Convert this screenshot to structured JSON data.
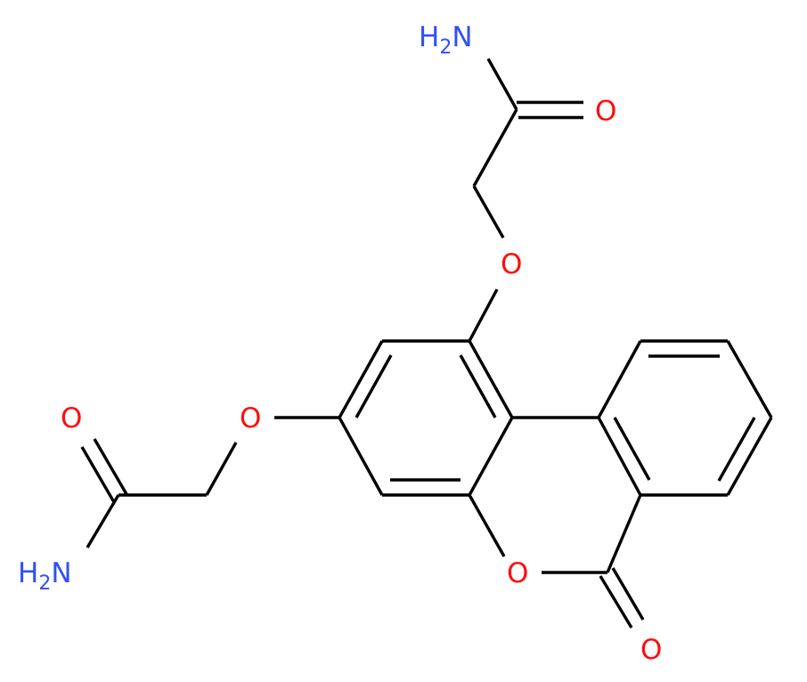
{
  "diagram": {
    "type": "chemical-structure",
    "colors": {
      "bond": "#000000",
      "oxygen": "#ff0d0d",
      "nitrogen": "#3050f8",
      "background": "#ffffff"
    },
    "labels": {
      "amide_n_top": {
        "main": "H",
        "sub": "2",
        "tail": "N"
      },
      "amide_o_top": "O",
      "ether_o_top": "O",
      "ether_o_left": "O",
      "amide_o_left": "O",
      "amide_n_left": {
        "main": "H",
        "sub": "2",
        "tail": "N"
      },
      "lactone_o_ring": "O",
      "lactone_o_carbonyl": "O"
    }
  }
}
